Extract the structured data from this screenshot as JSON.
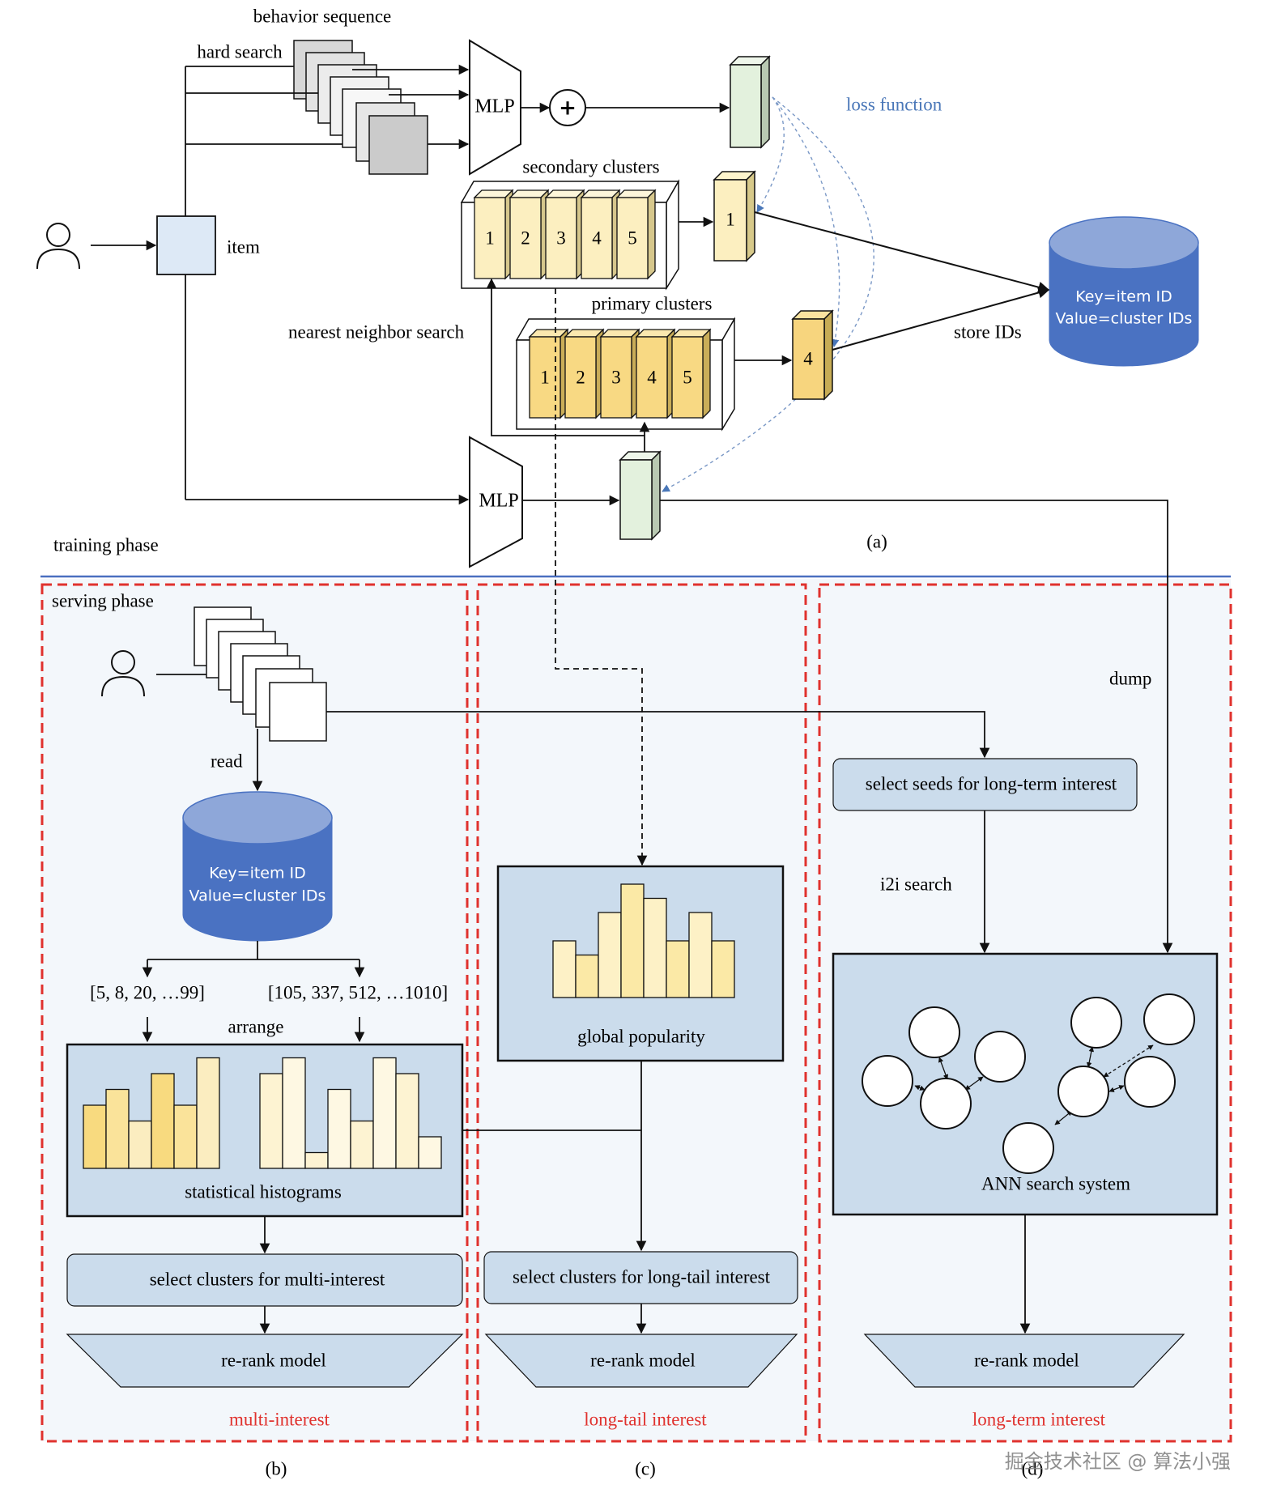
{
  "training": {
    "behavior_sequence": "behavior sequence",
    "hard_search": "hard search",
    "item": "item",
    "mlp_top": "MLP",
    "mlp_bottom": "MLP",
    "plus": "+",
    "loss_function": "loss function",
    "secondary_clusters": "secondary clusters",
    "primary_clusters": "primary clusters",
    "nearest_neighbor_search": "nearest neighbor search",
    "store_ids": "store IDs",
    "phase_label": "training phase",
    "panel_a": "(a)",
    "cluster_numbers": [
      "1",
      "2",
      "3",
      "4",
      "5"
    ],
    "secondary_selected": "1",
    "primary_selected": "4",
    "db_line1": "Key=item ID",
    "db_line2": "Value=cluster IDs"
  },
  "serving": {
    "phase_label": "serving phase",
    "dump": "dump",
    "read": "read",
    "db_line1": "Key=item ID",
    "db_line2": "Value=cluster IDs",
    "list_left": "[5, 8, 20, …99]",
    "list_right": "[105, 337, 512, …1010]",
    "arrange": "arrange",
    "statistical_histograms": "statistical histograms",
    "select_multi": "select clusters for multi-interest",
    "rerank_b": "re-rank model",
    "multi_interest": "multi-interest",
    "panel_b": "(b)",
    "global_popularity": "global popularity",
    "select_longtail": "select clusters for long-tail interest",
    "rerank_c": "re-rank model",
    "longtail_interest": "long-tail interest",
    "panel_c": "(c)",
    "select_seeds": "select seeds for long-term interest",
    "i2i_search": "i2i search",
    "ann_search_system": "ANN search system",
    "rerank_d": "re-rank model",
    "longterm_interest": "long-term interest",
    "panel_d": "(d)"
  },
  "watermark": "掘金技术社区 @ 算法小强",
  "colors": {
    "yellow": "#fbe9a6",
    "yellow_light": "#fdf5d6",
    "green": "#e3f1dd",
    "blue_box": "#cbdcec",
    "blue_cyl": "#4a72c2",
    "red_dash": "#e0322e",
    "divider": "#4a6fc0",
    "loss": "#4a77b8"
  },
  "chart_data": [
    {
      "type": "bar",
      "name": "",
      "values": [
        4,
        5,
        3,
        6,
        4,
        7
      ]
    },
    {
      "type": "bar",
      "name": "",
      "values": [
        6,
        7,
        1,
        5,
        3,
        7,
        6,
        2
      ]
    },
    {
      "type": "bar",
      "name": "",
      "values": [
        4,
        3,
        6,
        8,
        7,
        4,
        6,
        4
      ]
    }
  ]
}
